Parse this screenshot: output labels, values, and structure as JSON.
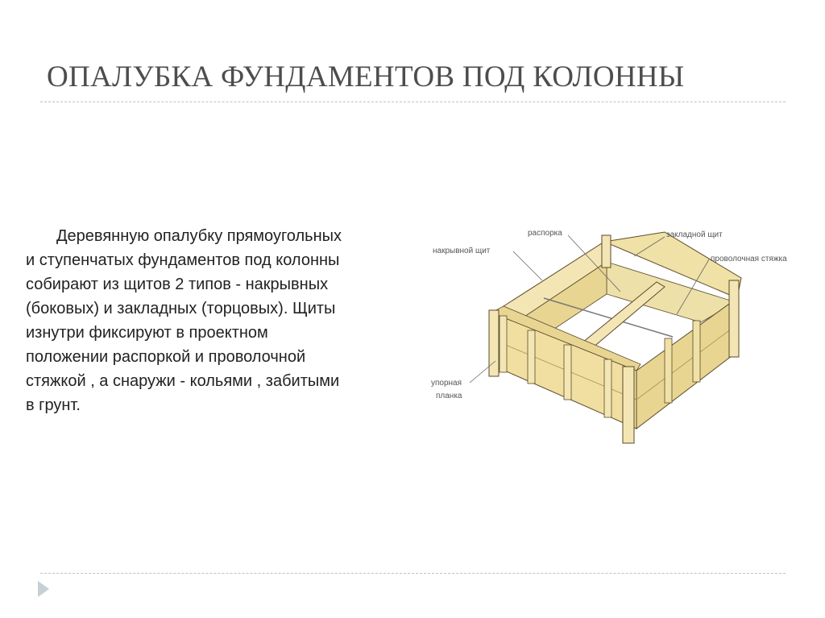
{
  "slide": {
    "title": "ОПАЛУБКА ФУНДАМЕНТОВ ПОД КОЛОННЫ",
    "body_lines": [
      "Деревянную опалубку прямоугольных",
      "и ступенчатых фундаментов под колонны",
      "собирают из щитов 2 типов - накрывных",
      "(боковых) и закладных (торцовых). Щиты",
      "изнутри фиксируют в проектном",
      "положении распоркой  и проволочной",
      "стяжкой , а снаружи - кольями , забитыми",
      "в грунт."
    ]
  },
  "figure": {
    "labels": {
      "strut": "распорка",
      "cover_panel": "накрывной щит",
      "embedded_panel": "закладной щит",
      "wire_tie": "проволочная стяжка",
      "stop_bar_line1": "упорная",
      "stop_bar_line2": "планка"
    }
  },
  "colors": {
    "title": "#4d4d4d",
    "divider": "#b7c3c9",
    "wood_light": "#f3e6b4",
    "wood_mid": "#e8d592",
    "wood_dark": "#c9b46c",
    "outline": "#5a4a2a"
  },
  "icons": {
    "nav": "triangle-right-icon"
  }
}
